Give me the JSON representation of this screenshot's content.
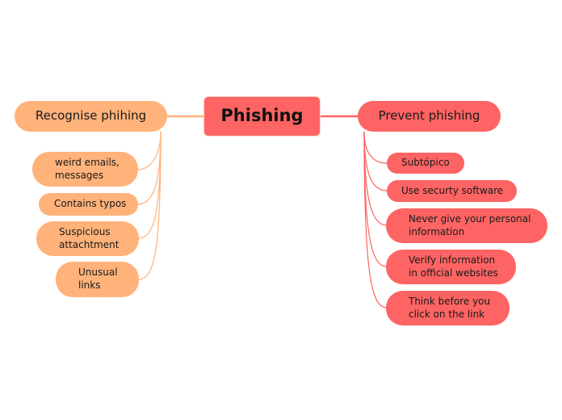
{
  "central_topic": "Phishing",
  "colors": {
    "central": "#fd6463",
    "left_branch": "#ffb27a",
    "right_branch": "#fd6463"
  },
  "left_branch": {
    "title": "Recognise phihing",
    "items": [
      "weird emails,\nmessages",
      "Contains typos",
      "Suspicious\nattachtment",
      "Unusual\nlinks"
    ]
  },
  "right_branch": {
    "title": "Prevent phishing",
    "items": [
      "Subtópico",
      "Use securty software",
      "Never give your personal\ninformation",
      "Verify information\nin official websites",
      "Think before you\nclick on the link"
    ]
  }
}
